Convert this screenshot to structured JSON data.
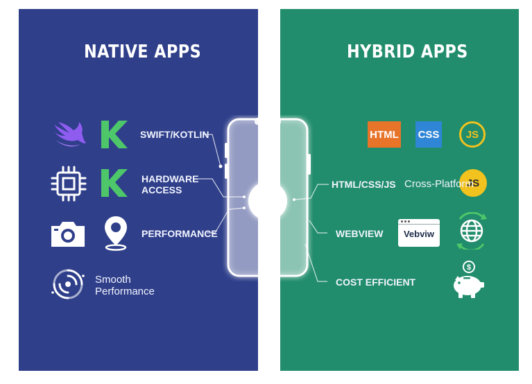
{
  "native": {
    "title": "NATIVE APPS",
    "features": {
      "swift_kotlin": "SWIFT/KOTLIN",
      "hardware_access": "HARDWARE\nACCESS",
      "performance": "PERFORMANCE",
      "smooth_performance": "Smooth\nPerformance"
    },
    "icons": {
      "swift": "swift-bird-icon",
      "kotlin": "kotlin-k-icon",
      "chip": "chip-icon",
      "camera": "camera-icon",
      "location": "location-pin-icon",
      "smooth": "swirl-icon"
    },
    "colors": {
      "panel": "#2f3f8a",
      "swift": "#8f5cf0",
      "kotlin": "#4dc76a"
    }
  },
  "hybrid": {
    "title": "HYBRID APPS",
    "features": {
      "html_css_js": "HTML/CSS/JS",
      "webview": "WEBVIEW",
      "cost_efficient": "COST EFFICIENT"
    },
    "tech": {
      "html": "HTML",
      "css": "CSS",
      "js": "JS"
    },
    "cross_platform": "Cross-Platform",
    "webview_window_text": "Vebviw",
    "icons": {
      "globe": "globe-sync-icon",
      "piggy": "piggy-bank-icon",
      "webview": "browser-window-icon"
    },
    "colors": {
      "panel": "#218d6c",
      "html": "#e8742a",
      "css": "#2f86d6",
      "js": "#f2c21e"
    }
  },
  "center": {
    "device": "smartphone-icon"
  }
}
